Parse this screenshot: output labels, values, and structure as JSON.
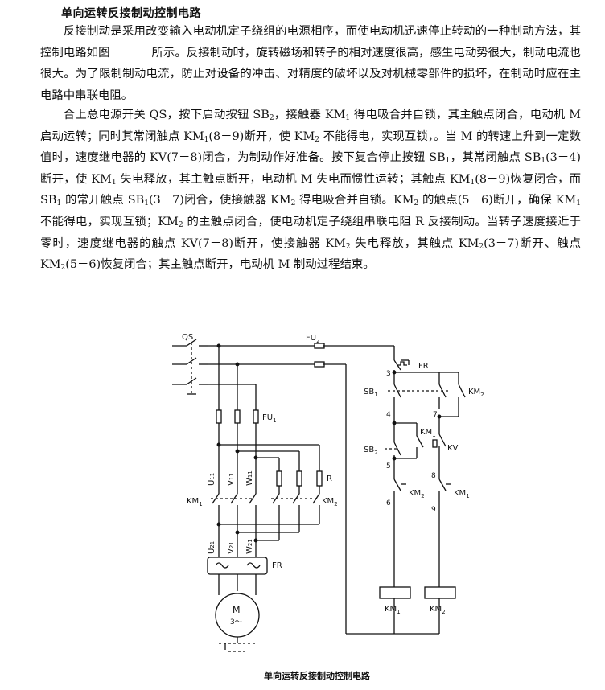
{
  "title": "单向运转反接制动控制电路",
  "para1": {
    "text_a": "反接制动是采用改变输入电动机定子绕组的电源相序，而使电动机迅速停止转动的一种制动方法，其控制电路如图",
    "text_b": "所示。反接制动时，旋转磁场和转子的相对速度很高，感生电动势很大，制动电流也很大。为了限制制动电流，防止对设备的冲击、对精度的破坏以及对机械零部件的损坏，在制动时应在主电路中串联电阻。"
  },
  "para2": {
    "s1": "合上总电源开关 QS，按下启动按钮 SB",
    "s2": "，接触器 KM",
    "s3": " 得电吸合并自锁，其主触点闭合，电动机 M 启动运转；同时其常闭触点 KM",
    "s4": "(8－9)断开，使 KM",
    "s5": " 不能得电，实现互锁，。当 M 的转速上升到一定数值时，速度继电器的 KV(7－8)闭合，为制动作好准备。按下复合停止按钮 SB",
    "s6": "，其常闭触点 SB",
    "s7": "(3－4)断开，使 KM",
    "s8": " 失电释放，其主触点断开，电动机 M 失电而惯性运转；其触点 KM",
    "s9": "(8－9)恢复闭合，而 SB",
    "s10": " 的常开触点 SB",
    "s11": "(3－7)闭合，使接触器 KM",
    "s12": " 得电吸合并自锁。KM",
    "s13": " 的触点(5－6)断开，确保 KM",
    "s14": " 不能得电，实现互锁；KM",
    "s15": " 的主触点闭合，使电动机定子绕组串联电阻 R 反接制动。当转子速度接近于零时，速度继电器的触点 KV(7－8)断开，使接触器 KM",
    "s16": " 失电释放，其触点 KM",
    "s17": "(3－7)断开、触点 KM",
    "s18": "(5－6)恢复闭合；其主触点断开，电动机 M 制动过程结束。",
    "sub_1": "1",
    "sub_2": "2"
  },
  "diagram": {
    "qs": "QS",
    "fu1": "FU",
    "fu2": "FU",
    "fu_sub1": "1",
    "fu_sub2": "2",
    "u": "U",
    "v": "V",
    "w": "W",
    "sub11": "11",
    "sub21": "21",
    "r": "R",
    "km": "KM",
    "k1": "1",
    "k2": "2",
    "fr": "FR",
    "motor_m": "M",
    "motor_3": "3～",
    "sb": "SB",
    "kv": "KV",
    "n3": "3",
    "n4": "4",
    "n5": "5",
    "n6": "6",
    "n7": "7",
    "n8": "8",
    "n9": "9"
  },
  "caption": "单向运转反接制动控制电路"
}
